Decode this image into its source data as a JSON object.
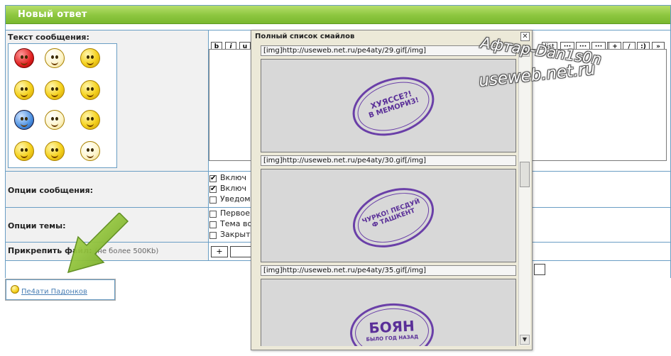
{
  "form": {
    "header_title": "Новый ответ",
    "message_label": "Текст сообщения:",
    "options_label": "Опции сообщения:",
    "options": [
      {
        "label": "Включ",
        "checked": true
      },
      {
        "label": "Включ",
        "checked": true
      },
      {
        "label": "Уведом",
        "checked": false
      }
    ],
    "topic_label": "Опции темы:",
    "topic_options": [
      {
        "label": "Первое",
        "checked": false
      },
      {
        "label": "Тема во",
        "checked": false
      },
      {
        "label": "Закрыт",
        "checked": false
      }
    ],
    "attach_label": "Прикрепить файл:",
    "attach_note": "(не более 500Kb)",
    "attach_plus": "+",
    "toolbar_left": [
      "b",
      "i",
      "u"
    ],
    "toolbar_right": [
      "list",
      "···",
      "···",
      "···",
      "···",
      "+",
      "/",
      ":)",
      "»"
    ],
    "link_text": "Пе4ати Падонков"
  },
  "popup": {
    "title": "Полный список смайлов",
    "close": "✕",
    "entries": [
      {
        "code": "[img]http://useweb.net.ru/pe4aty/29.gif[/img]",
        "stamp_line1": "ХУЯССЕ?!",
        "stamp_line2": "В МЕМОРИЗ!"
      },
      {
        "code": "[img]http://useweb.net.ru/pe4aty/30.gif[/img]",
        "stamp_line1": "ЧУРКО! ПЕСДУЙ",
        "stamp_line2": "Ф ТАШКЕНТ"
      },
      {
        "code": "[img]http://useweb.net.ru/pe4aty/35.gif[/img]",
        "stamp_line1": "БОЯН",
        "stamp_line2": "БЫЛО ГОД НАЗАД"
      }
    ],
    "scroll_up": "▲",
    "scroll_down": "▼"
  },
  "watermark": {
    "line1": "Афтар-Dan1s0n",
    "line2": "useweb.net.ru"
  }
}
